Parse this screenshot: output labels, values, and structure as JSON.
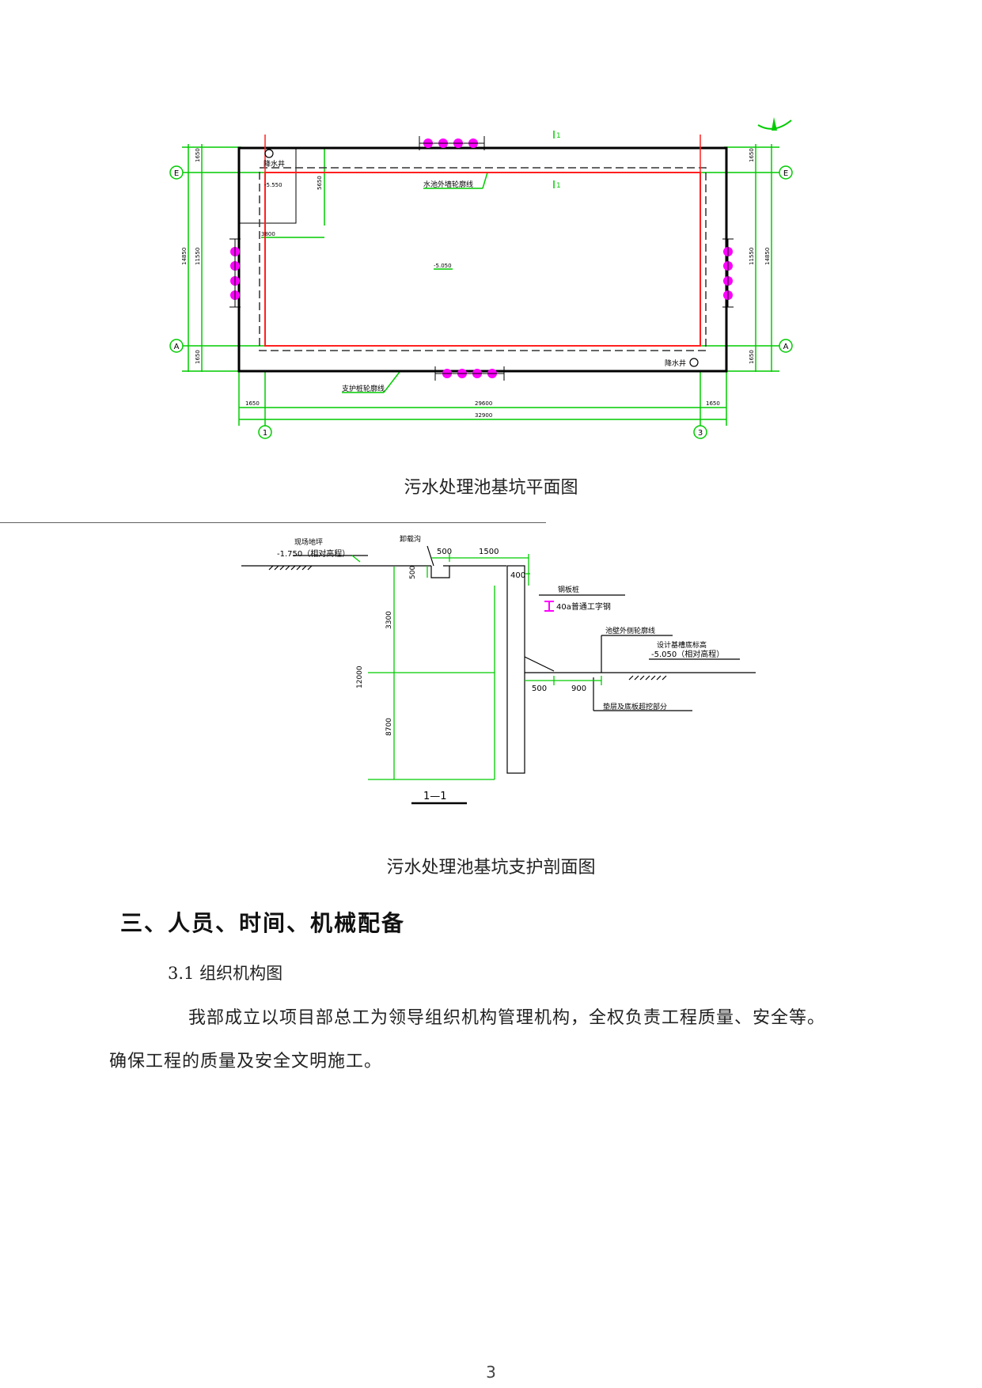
{
  "plan": {
    "grid_E": "E",
    "grid_A": "A",
    "grid_1": "1",
    "grid_3": "3",
    "section_mark": "1",
    "well_tl": "降水井",
    "well_br": "降水井",
    "pit_elev": "-5.550",
    "center_elev": "-5.050",
    "inner_label": "水池外墙轮廓线",
    "support_label": "支护桩轮廓线",
    "dim_top": "1650",
    "dim_mid": "11550",
    "dim_total_v": "14850",
    "dim_bottom": "1650",
    "dim_right_top": "1650",
    "dim_right_mid": "11550",
    "dim_right_total": "14850",
    "dim_right_bottom": "1650",
    "dim_5650": "5650",
    "dim_3800": "3800",
    "dim_left": "1650",
    "dim_center": "29600",
    "dim_right": "1650",
    "dim_overall": "32900"
  },
  "section": {
    "ground_label": "现场地坪",
    "ground_elev": "-1.750（相对高程）",
    "drain_label": "卸载沟",
    "dim_500": "500",
    "dim_1500": "1500",
    "dim_500v": "500",
    "dim_400": "400",
    "pile_label": "钢板桩",
    "steel_label": "40a普通工字钢",
    "wall_label": "池壁外侧轮廓线",
    "base_label": "设计基槽底标高",
    "base_elev": "-5.050（相对高程）",
    "dim_500b": "500",
    "dim_900": "900",
    "cushion_label": "垫层及底板超挖部分",
    "dim_3300": "3300",
    "dim_12000": "12000",
    "dim_8700": "8700",
    "section_name": "1—1"
  },
  "caption1": "污水处理池基坑平面图",
  "caption2": "污水处理池基坑支护剖面图",
  "heading": "三、人员、时间、机械配备",
  "subheading": "3.1 组织机构图",
  "para_line1": "我部成立以项目部总工为领导组织机构管理机构，全权负责工程质量、安全等。",
  "para_line2": "确保工程的质量及安全文明施工。",
  "page_number": "3",
  "colors": {
    "green": "#00cc00",
    "red": "#ff2020",
    "magenta": "#ff00ff",
    "black": "#000000"
  }
}
